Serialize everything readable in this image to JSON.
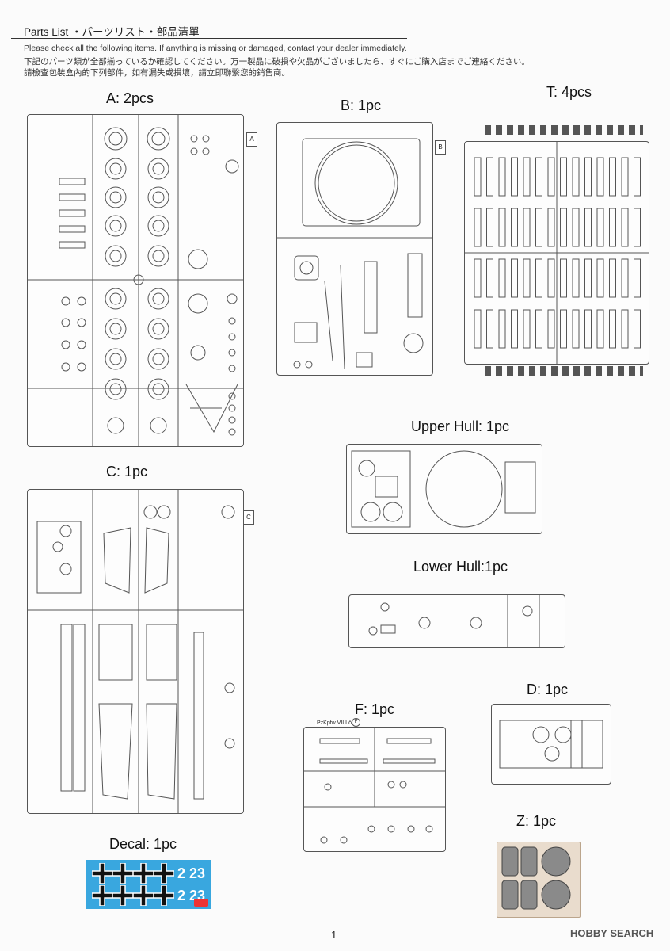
{
  "header": {
    "title": "Parts List ・パーツリスト・部品清單",
    "notice_en": "Please check all the following items. If anything is missing or damaged, contact your dealer immediately.",
    "notice_ja": "下記のパーツ類が全部揃っているか確認してください。万一製品に破損や欠品がございましたら、すぐにご購入店までご連絡ください。",
    "notice_zh": "請檢查包裝盒內的下列部件，如有漏失或損壞，請立即聯繫您的銷售商。"
  },
  "parts": [
    {
      "label": "A: 2pcs",
      "tag": "A"
    },
    {
      "label": "B: 1pc",
      "tag": "B"
    },
    {
      "label": "T: 4pcs"
    },
    {
      "label": "Upper Hull: 1pc"
    },
    {
      "label": "C: 1pc",
      "tag": "C"
    },
    {
      "label": "Lower Hull:1pc"
    },
    {
      "label": "D: 1pc"
    },
    {
      "label": "F: 1pc",
      "tag": "F",
      "sprue_title": "PzKpfw VII Löwe"
    },
    {
      "label": "Decal: 1pc",
      "numbers": [
        "2 23",
        "2 23"
      ]
    },
    {
      "label": "Z: 1pc"
    }
  ],
  "footer": {
    "page_number": "1",
    "watermark": "HOBBY SEARCH"
  },
  "colors": {
    "decal_blue": "#39a7df",
    "etch_copper": "#e9dccd",
    "line": "#555555"
  }
}
